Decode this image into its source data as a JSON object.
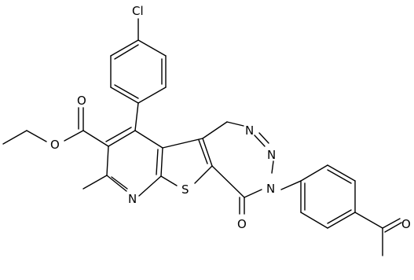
{
  "atoms": {
    "cl": "Cl",
    "o_ester_carbonyl": "O",
    "o_ester_ether": "O",
    "n_pyridine": "N",
    "s_thiophene": "S",
    "n_triazine_1": "N",
    "n_triazine_2": "N",
    "n_triazine_3": "N",
    "o_lactam": "O",
    "o_acetyl": "O"
  }
}
